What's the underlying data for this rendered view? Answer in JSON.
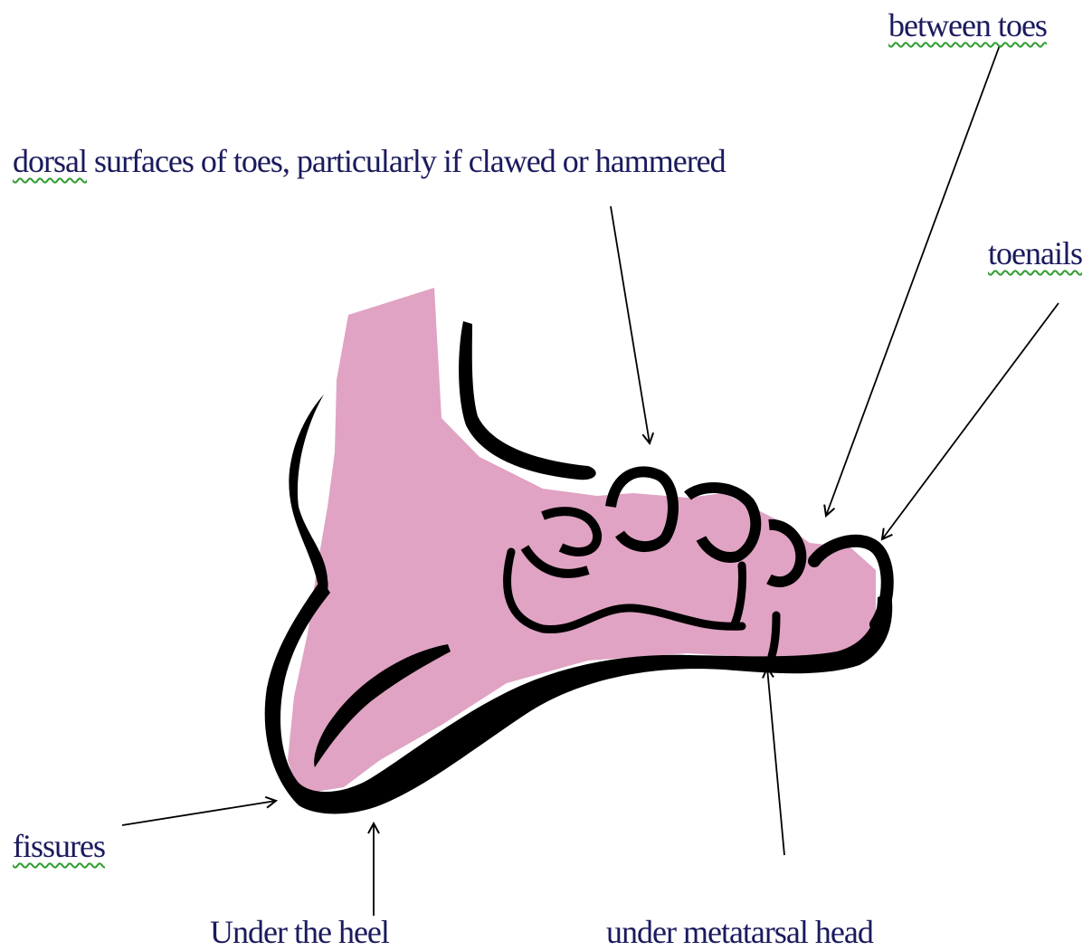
{
  "colors": {
    "skin": "#e0a3c3",
    "outline": "#000000",
    "label_text": "#1a1a5e",
    "arrow": "#000000",
    "squiggle": "#2e9e2e"
  },
  "labels": {
    "between_toes": "between toes",
    "dorsal_word": "dorsal",
    "dorsal_rest": " surfaces of toes, particularly if clawed or hammered",
    "toenails": "toenails",
    "fissures": "fissures",
    "under_heel": "Under the heel",
    "under_metatarsal": "under metatarsal head"
  }
}
